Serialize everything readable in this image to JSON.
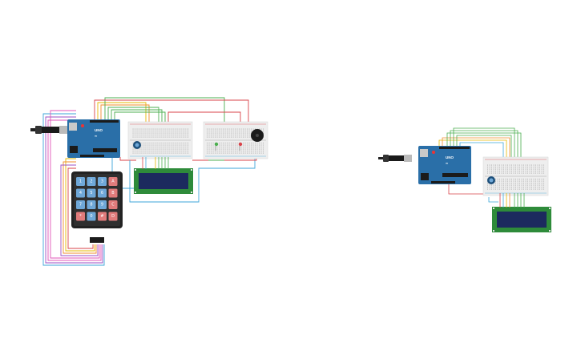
{
  "canvas": {
    "background": "#ffffff"
  },
  "colors": {
    "arduino_board": "#2a6fa8",
    "arduino_dark": "#1d4f7a",
    "breadboard": "#eeeeee",
    "lcd_frame": "#2e8b3a",
    "lcd_screen": "#1c2a5e",
    "keypad_body": "#222222",
    "key_blue": "#6fa8d8",
    "key_red": "#e07b7b",
    "wire_red": "#d9434a",
    "wire_green": "#4caf50",
    "wire_yellow": "#e6b800",
    "wire_orange": "#f08c2e",
    "wire_blue": "#3da6d9",
    "wire_purple": "#9b4fc4",
    "wire_pink": "#e055b8",
    "wire_gray": "#9a9a9a"
  },
  "keypad": {
    "keys": [
      [
        "1",
        "2",
        "3",
        "A"
      ],
      [
        "4",
        "5",
        "6",
        "B"
      ],
      [
        "7",
        "8",
        "9",
        "C"
      ],
      [
        "*",
        "0",
        "#",
        "D"
      ]
    ]
  },
  "arduino": {
    "label": "UNO"
  },
  "icons": [
    "usb-plug-icon",
    "potentiometer-icon",
    "buzzer-icon",
    "led-icon"
  ]
}
